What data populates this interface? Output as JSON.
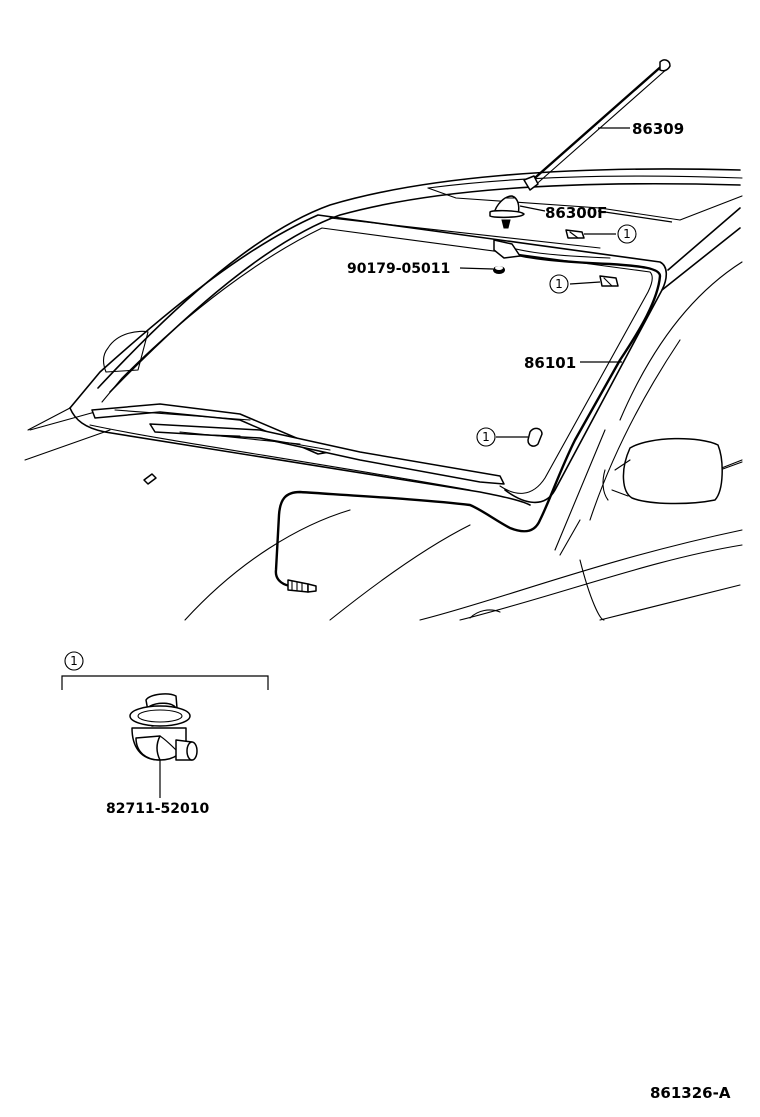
{
  "labels": {
    "antenna_rod": "86309",
    "antenna_base": "86300F",
    "nut": "90179-05011",
    "cord": "86101",
    "clamp": "82711-52010",
    "callout": "1",
    "diagram_id": "861326-A"
  }
}
